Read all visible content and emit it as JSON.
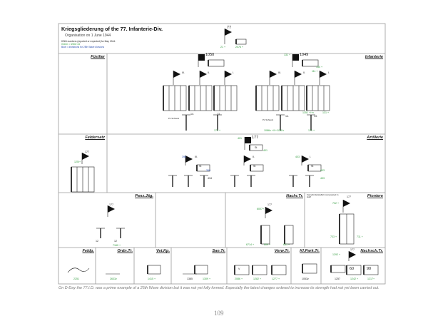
{
  "header": {
    "title": "Kriegsgliederung of the 77. Infanterie-Div.",
    "subtitle": "Organisation on 1 June 1944",
    "legend": [
      "KStN numbers (reported or expected) for May 1944:",
      "Green = 3/IDiv 44",
      "Blue   = deviations for 25th Wave divisions"
    ]
  },
  "sections": {
    "fusilier": "Füsilier",
    "infanterie": "Infanterie",
    "feldersatz": "Feldersatz",
    "artillerie": "Artillerie",
    "panzjag": "Panz.Jäg.",
    "nachr": "Nachr.Tr.",
    "pioniere": "Pioniere",
    "feldp": "Feldp.",
    "ordn": "Ordn.Tr.",
    "vetkp": "Vet.Kp.",
    "santr": "San.Tr.",
    "verw": "Verw.Tr.",
    "kfpark": "Kf.Park.Tr.",
    "nachsch": "Nachsch.Tr."
  },
  "labels": {
    "div_num": "77",
    "div_21": "21 +",
    "div_2076": "2076 +",
    "reg1050": "1050",
    "reg1049": "1049",
    "n131": "131 +",
    "n130": "130 +",
    "n111": "111 +",
    "bn3": "III.",
    "bn2": "II.",
    "bn1": "I.",
    "bn3b": "III.",
    "bn2b": "II.",
    "bn1b": "I.",
    "c14": "14.",
    "c13": "13.",
    "c14b": "14.",
    "c13b": "13.",
    "pzs": "Pz.Schreck",
    "pzs2": "Pz.Schreck",
    "n1351": "1351 +/+c",
    "n131b": "131 +",
    "n1086": "1086x +/f +/134 b",
    "n171": "171 +",
    "n171b": "171 +",
    "fe177": "177",
    "fe125": "125/+",
    "ar401": "401",
    "ar177": "177",
    "ar401b": "401",
    "st": "St",
    "st1": "St",
    "st2": "St",
    "st3": "St",
    "ar398": "398",
    "ar3": "III.",
    "ar2": "II.",
    "ar1": "I.",
    "ar399": "399",
    "ar403": "403",
    "ar403b": "403",
    "ar433": "433",
    "ar434": "434",
    "pj177": "177",
    "pj12": "12",
    "pj12b": "12",
    "pj7160": "7160 +",
    "nr177": "177",
    "nr6007": "6007+",
    "nr6714": "6714 +",
    "nr609": "609 +",
    "nr631": "631 +",
    "pi_note": "Kampfmittelstaffel incorporated in staff",
    "pi177": "177",
    "pi732": "732 +",
    "pi733": "733 +",
    "pi711": "711 +",
    "fp2251": "2251",
    "or2633": "2633z",
    "vk1415": "1415 +",
    "sn1385": "1385",
    "sn1309": "1309 +",
    "vw2086": "2086 +",
    "vw1282": "1282 +",
    "vw1277": "1277 +",
    "vwV": "V",
    "kf1053": "1053z",
    "ns1292": "1292 +",
    "ns177": "177",
    "ns1257": "1257",
    "ns1242": "1242 +",
    "ns1217": "1217+",
    "ns60": "60",
    "ns90": "90"
  },
  "caption": "On D-Day the 77.I.D. was a prime example of a 25th Wave division but it was not yet fully formed. Especially the latest changes ordered to increase its strength had not yet been carried out.",
  "page_number": "109",
  "colors": {
    "green": "#2f9a3c",
    "border": "#999999"
  }
}
